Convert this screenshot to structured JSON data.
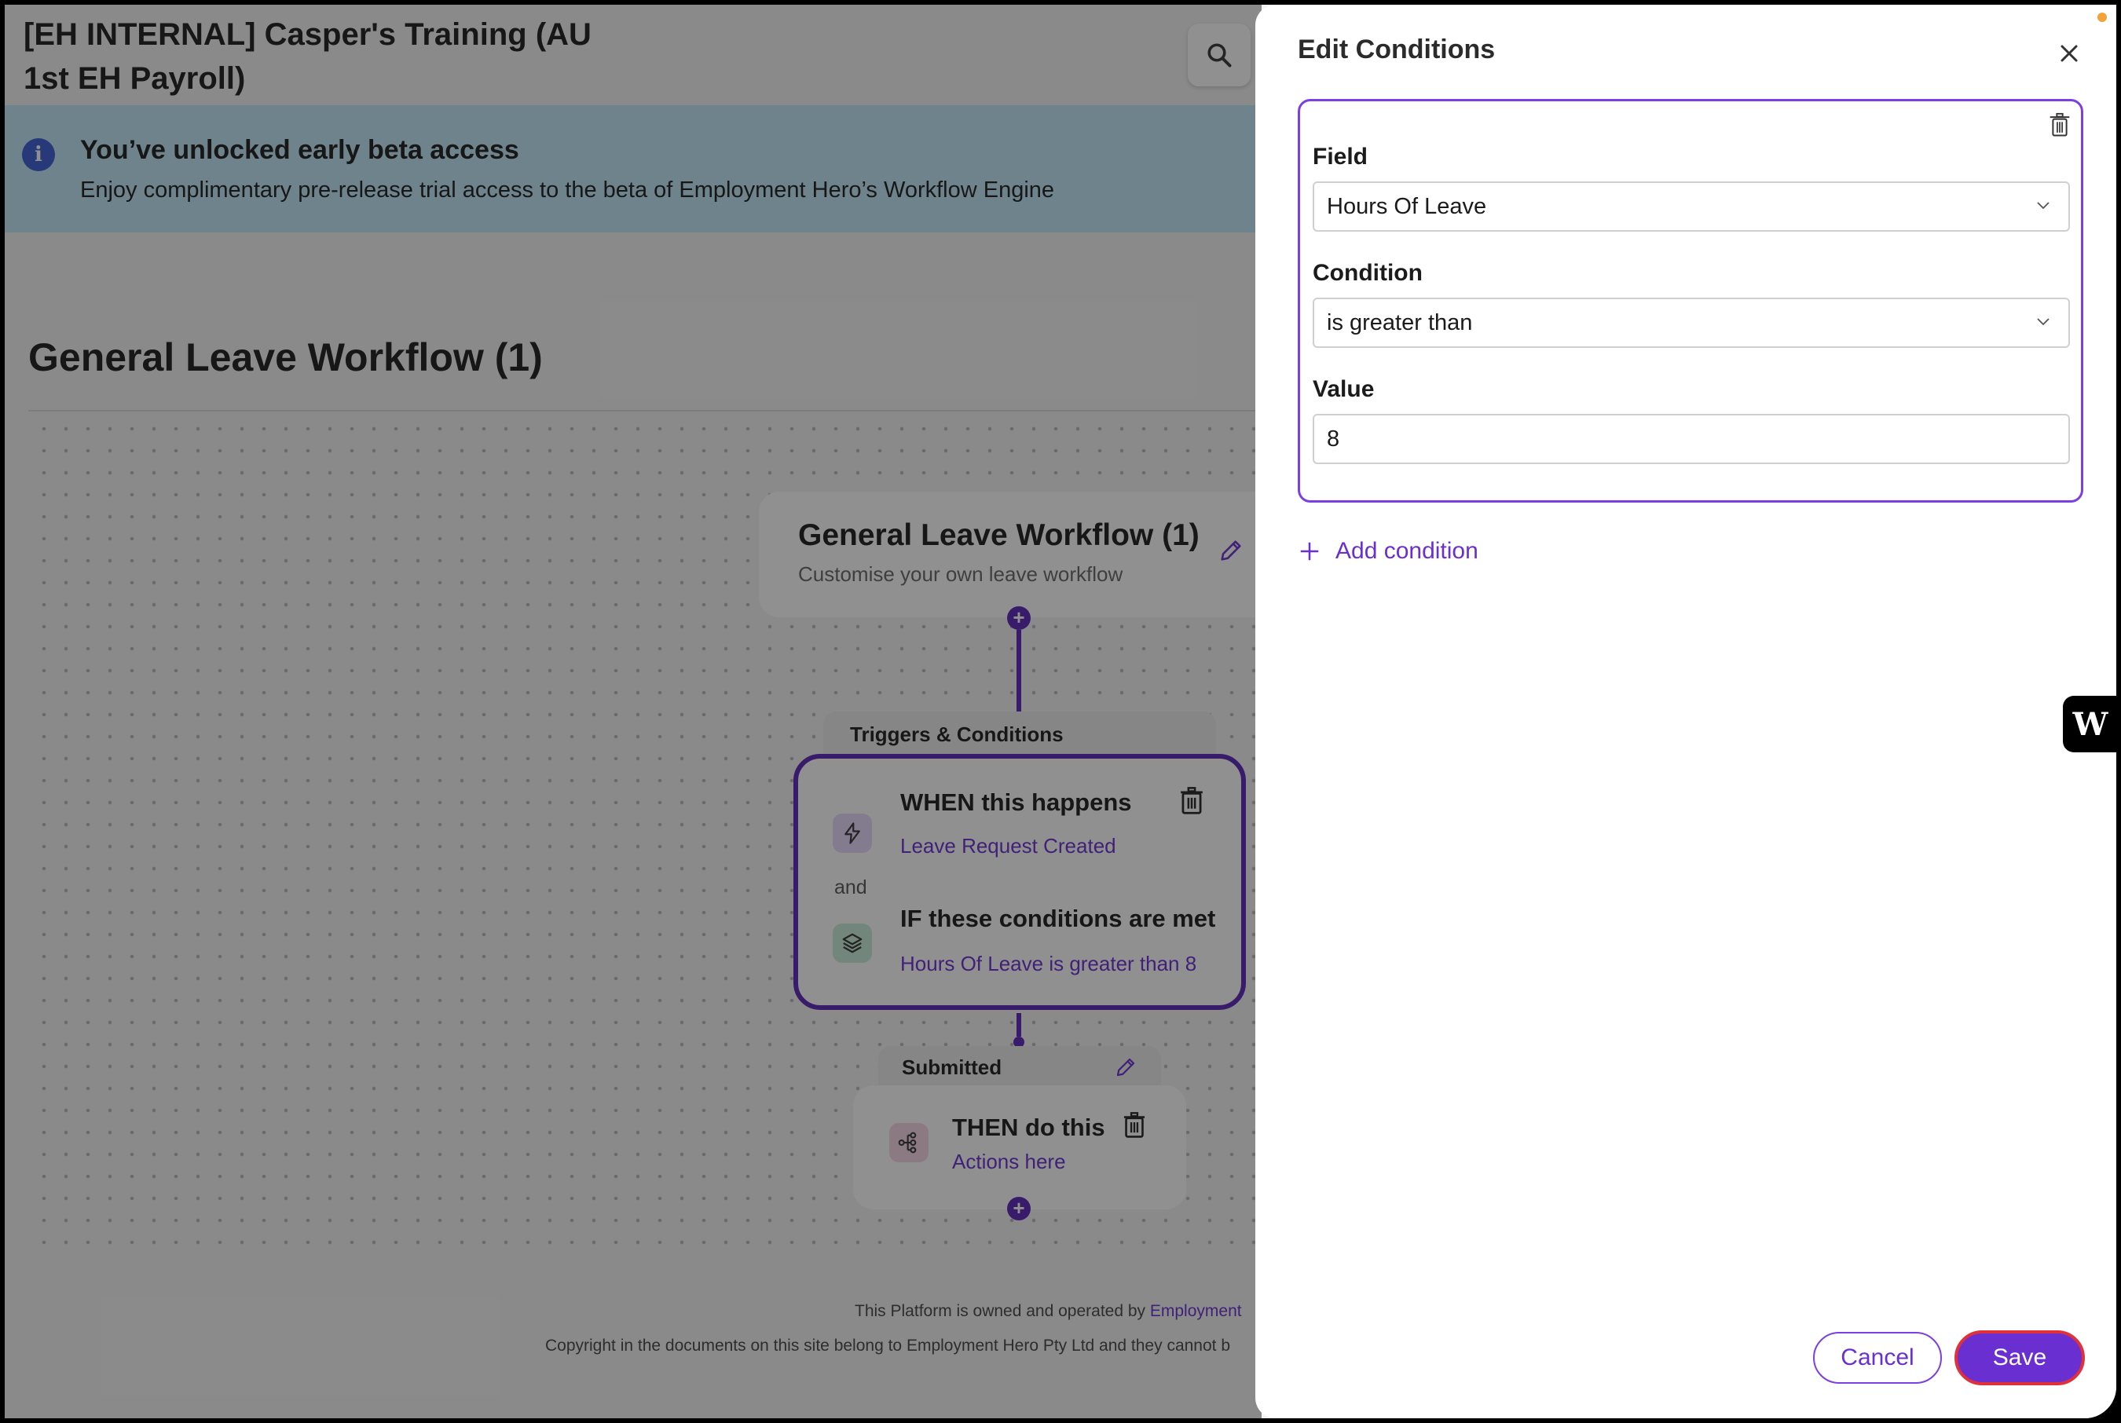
{
  "header": {
    "org_title": "[EH INTERNAL] Casper's Training (AU 1st EH Payroll)"
  },
  "banner": {
    "title": "You’ve unlocked early beta access",
    "text": "Enjoy complimentary pre-release trial access to the beta of Employment Hero’s Workflow Engine"
  },
  "workflow": {
    "page_title": "General Leave Workflow (1)",
    "node_title": "General Leave Workflow (1)",
    "node_subtitle": "Customise your own leave workflow",
    "triggers_tab": "Triggers & Conditions",
    "when_heading": "WHEN this happens",
    "when_value": "Leave Request Created",
    "and_label": "and",
    "if_heading": "IF these conditions are met",
    "if_value": "Hours Of Leave is greater than 8",
    "submitted_tab": "Submitted",
    "then_heading": "THEN do this",
    "then_value": "Actions here"
  },
  "footer": {
    "line1_prefix": "This Platform is owned and operated by ",
    "line1_link": "Employment",
    "line2": "Copyright in the documents on this site belong to Employment Hero Pty Ltd and they cannot b"
  },
  "drawer": {
    "title": "Edit Conditions",
    "field_label": "Field",
    "field_value": "Hours Of Leave",
    "condition_label": "Condition",
    "condition_value": "is greater than",
    "value_label": "Value",
    "value_value": "8",
    "add_condition": "Add condition",
    "cancel": "Cancel",
    "save": "Save"
  },
  "side_tab_glyph": "W",
  "colors": {
    "accent": "#6a2fd0",
    "banner": "#bfe6f5",
    "save_border": "#e0313b"
  }
}
